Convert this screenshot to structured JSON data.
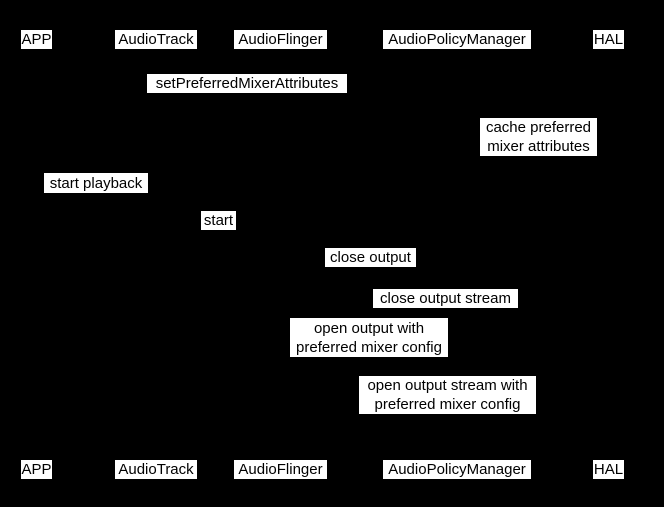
{
  "diagram": {
    "type": "sequence-diagram",
    "colors": {
      "background": "#000000",
      "label_background": "#ffffff",
      "label_text": "#000000"
    },
    "participants": {
      "app": "APP",
      "audiotrack": "AudioTrack",
      "audioflinger": "AudioFlinger",
      "audiopolicymanager": "AudioPolicyManager",
      "hal": "HAL"
    },
    "messages": {
      "set_preferred_mixer_attributes": "setPreferredMixerAttributes",
      "cache_preferred_mixer_attributes": "cache preferred\nmixer attributes",
      "start_playback": "start playback",
      "start": "start",
      "close_output": "close output",
      "close_output_stream": "close output stream",
      "open_output_with_preferred_mixer_config": "open output with\npreferred mixer config",
      "open_output_stream_with_preferred_mixer_config": "open output stream with\npreferred mixer config"
    }
  }
}
